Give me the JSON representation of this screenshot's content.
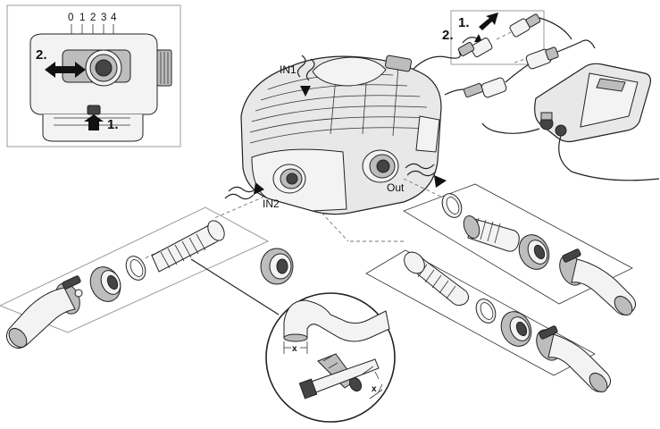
{
  "inset": {
    "scale_marks": [
      "0",
      "1",
      "2",
      "3",
      "4"
    ],
    "steps": [
      "1.",
      "2."
    ]
  },
  "pump": {
    "labels": {
      "in1": "IN1",
      "in2": "IN2",
      "out": "Out"
    }
  },
  "connector": {
    "steps": [
      "1.",
      "2."
    ]
  },
  "detail": {
    "dimension_label": "x"
  }
}
